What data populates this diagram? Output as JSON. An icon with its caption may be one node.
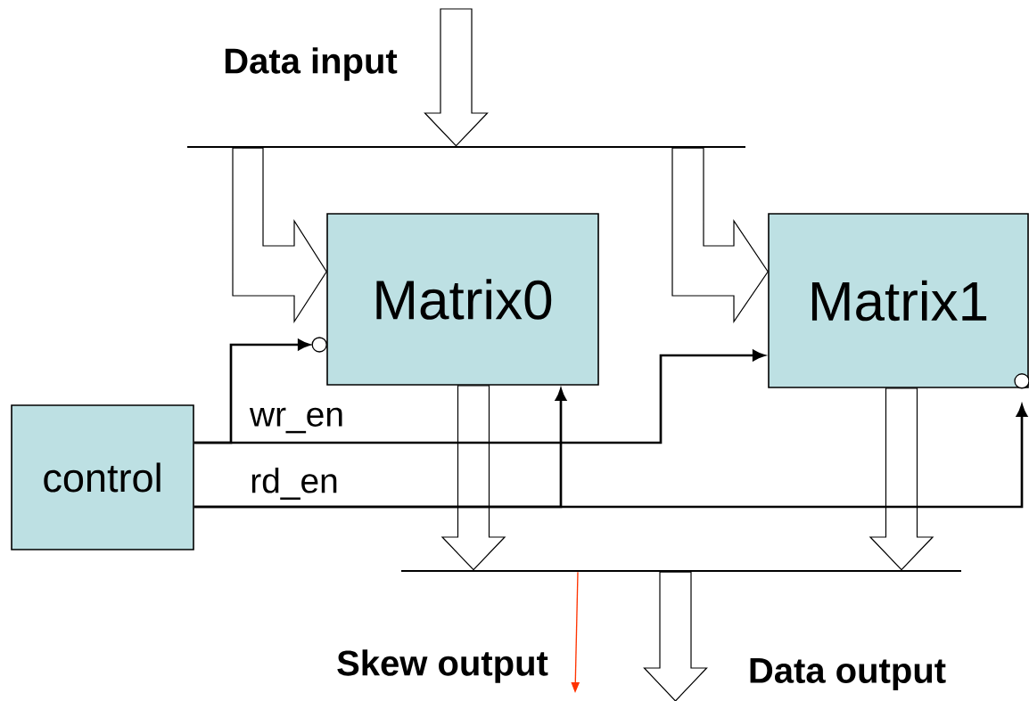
{
  "diagram": {
    "nodes": [
      {
        "text": [],
        "shape": "bar"
      },
      {
        "text": [
          "Matrix0"
        ]
      },
      {
        "text": [
          "Matrix1"
        ]
      },
      {
        "text": [
          "control"
        ]
      },
      {
        "text": [],
        "shape": "bar"
      }
    ],
    "edges": [
      {
        "from": null,
        "to": 0,
        "arrow": "to"
      },
      {
        "from": 0,
        "to": 1,
        "arrow": "to"
      },
      {
        "from": 0,
        "to": 2,
        "arrow": "to"
      },
      {
        "from": 1,
        "to": 4,
        "arrow": "to"
      },
      {
        "from": 2,
        "to": 4,
        "arrow": "to"
      },
      {
        "from": 4,
        "to": null,
        "arrow": "to"
      },
      {
        "from": 3,
        "to": 1,
        "arrow": "to",
        "label": "wr_en"
      },
      {
        "from": 3,
        "to": 2,
        "arrow": "to"
      },
      {
        "from": 3,
        "to": 1,
        "arrow": "to",
        "label": "rd_en"
      },
      {
        "from": 3,
        "to": 2,
        "arrow": "to"
      },
      {
        "from": 4,
        "to": null,
        "arrow": "to",
        "color": "#ff3300"
      }
    ],
    "labels": [
      "Data input",
      "Skew output",
      "Data output"
    ]
  }
}
